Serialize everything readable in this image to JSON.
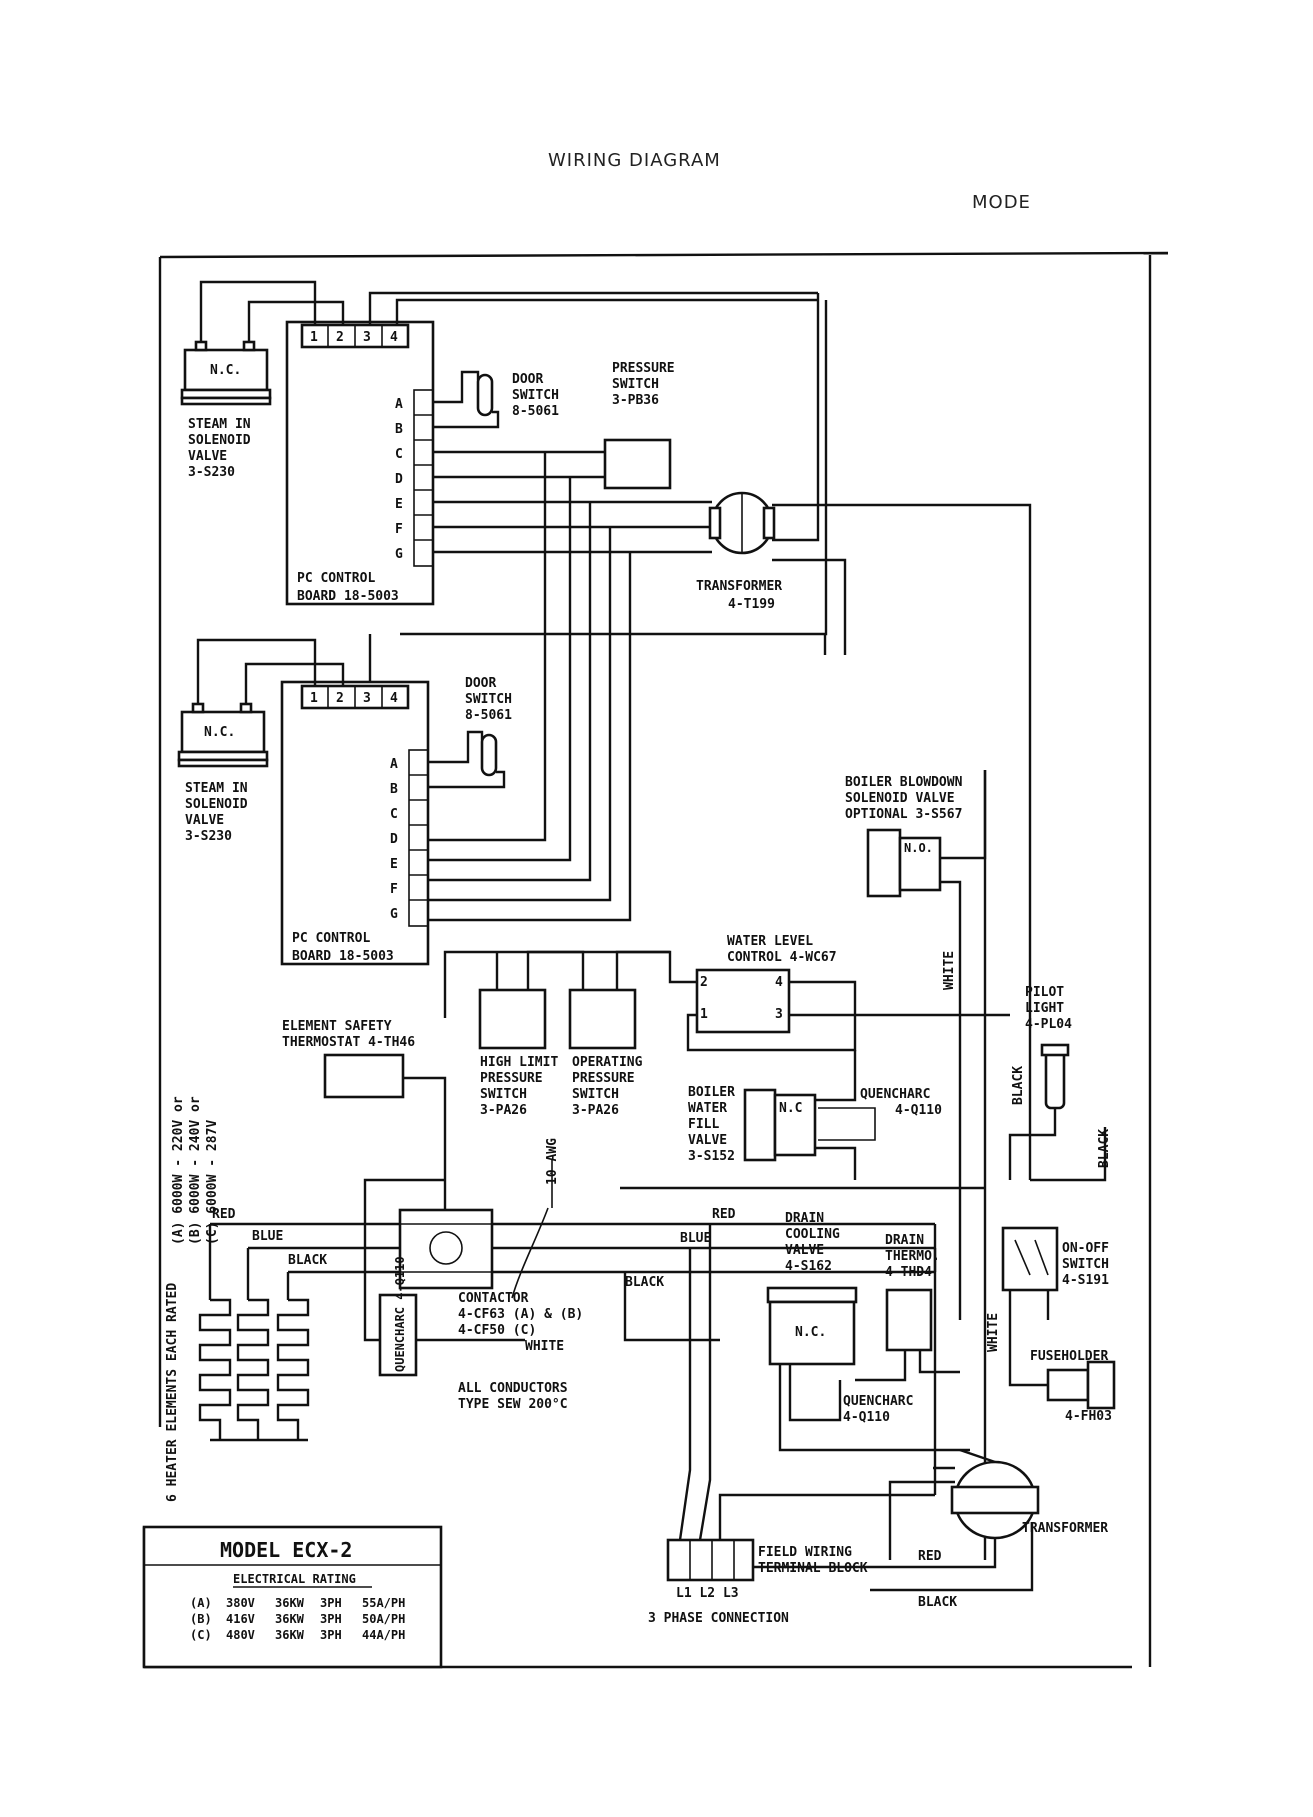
{
  "header": {
    "title": "WIRING DIAGRAM",
    "mode": "MODE"
  },
  "upper_board": {
    "terminals": [
      "1",
      "2",
      "3",
      "4"
    ],
    "pins": [
      "A",
      "B",
      "C",
      "D",
      "E",
      "F",
      "G"
    ],
    "label_1": "PC CONTROL",
    "label_2": "BOARD 18-5003",
    "valve": {
      "nc": "N.C.",
      "l1": "STEAM IN",
      "l2": "SOLENOID",
      "l3": "VALVE",
      "l4": "3-S230"
    },
    "door": {
      "l1": "DOOR",
      "l2": "SWITCH",
      "l3": "8-5061"
    }
  },
  "lower_board": {
    "terminals": [
      "1",
      "2",
      "3",
      "4"
    ],
    "pins": [
      "A",
      "B",
      "C",
      "D",
      "E",
      "F",
      "G"
    ],
    "label_1": "PC CONTROL",
    "label_2": "BOARD 18-5003",
    "valve": {
      "nc": "N.C.",
      "l1": "STEAM IN",
      "l2": "SOLENOID",
      "l3": "VALVE",
      "l4": "3-S230"
    },
    "door": {
      "l1": "DOOR",
      "l2": "SWITCH",
      "l3": "8-5061"
    }
  },
  "pressure_switch": {
    "l1": "PRESSURE",
    "l2": "SWITCH",
    "l3": "3-PB36"
  },
  "transformer_top": {
    "l1": "TRANSFORMER",
    "l2": "4-T199"
  },
  "blowdown": {
    "l1": "BOILER BLOWDOWN",
    "l2": "SOLENOID VALVE",
    "l3": "OPTIONAL 3-S567",
    "nc": "N.O."
  },
  "water_level": {
    "l1": "WATER LEVEL",
    "l2": "CONTROL 4-WC67",
    "pins": [
      "2",
      "4",
      "1",
      "3"
    ]
  },
  "pilot": {
    "l1": "PILOT",
    "l2": "LIGHT",
    "l3": "4-PL04"
  },
  "element_safety": {
    "l1": "ELEMENT SAFETY",
    "l2": "THERMOSTAT 4-TH46"
  },
  "high_limit": {
    "l1": "HIGH LIMIT",
    "l2": "PRESSURE",
    "l3": "SWITCH",
    "l4": "3-PA26"
  },
  "operating": {
    "l1": "OPERATING",
    "l2": "PRESSURE",
    "l3": "SWITCH",
    "l4": "3-PA26"
  },
  "fill_valve": {
    "l1": "BOILER",
    "l2": "WATER",
    "l3": "FILL",
    "l4": "VALVE",
    "l5": "3-S152",
    "nc": "N.C"
  },
  "quencharc_fill": {
    "l1": "QUENCHARC",
    "l2": "4-Q110"
  },
  "wire_labels": {
    "white1": "WHITE",
    "black1": "BLACK",
    "black2": "BLACK",
    "white2": "WHITE",
    "awg": "10 AWG"
  },
  "ratings_vertical": {
    "r1": "(A) 6000W - 220V or",
    "r2": "(B) 6000W - 240V or",
    "r3": "(C) 6000W - 287V",
    "heaters": "6 HEATER ELEMENTS EACH RATED"
  },
  "power_wires": {
    "red": "RED",
    "blue": "BLUE",
    "black": "BLACK",
    "red2": "RED",
    "blue2": "BLUE",
    "black2": "BLACK"
  },
  "contactor": {
    "l1": "CONTACTOR",
    "l2": "4-CF63 (A) & (B)",
    "l3": "4-CF50 (C)",
    "quencharc": "QUENCHARC 4-Q110"
  },
  "conductors": {
    "l1": "ALL CONDUCTORS",
    "l2": "TYPE SEW 200°C"
  },
  "drain_cooling": {
    "l1": "DRAIN",
    "l2": "COOLING",
    "l3": "VALVE",
    "l4": "4-S162",
    "nc": "N.C."
  },
  "drain_thermo": {
    "l1": "DRAIN",
    "l2": "THERMO.",
    "l3": "4-THD4"
  },
  "quencharc_drain": {
    "l1": "QUENCHARC",
    "l2": "4-Q110"
  },
  "on_off": {
    "l1": "ON-OFF",
    "l2": "SWITCH",
    "l3": "4-S191"
  },
  "fuse": {
    "l1": "FUSEHOLDER",
    "l2": "4-FH03"
  },
  "transformer_bottom": {
    "l1": "TRANSFORMER",
    "red": "RED",
    "black": "BLACK"
  },
  "terminal_block": {
    "l1": "FIELD WIRING",
    "l2": "TERMINAL BLOCK",
    "lines": "L1 L2 L3",
    "l3": "3 PHASE CONNECTION"
  },
  "model_box": {
    "title": "MODEL ECX-2",
    "subtitle": "ELECTRICAL RATING",
    "rows": [
      [
        "(A)",
        "380V",
        "36KW",
        "3PH",
        "55A/PH"
      ],
      [
        "(B)",
        "416V",
        "36KW",
        "3PH",
        "50A/PH"
      ],
      [
        "(C)",
        "480V",
        "36KW",
        "3PH",
        "44A/PH"
      ]
    ]
  }
}
